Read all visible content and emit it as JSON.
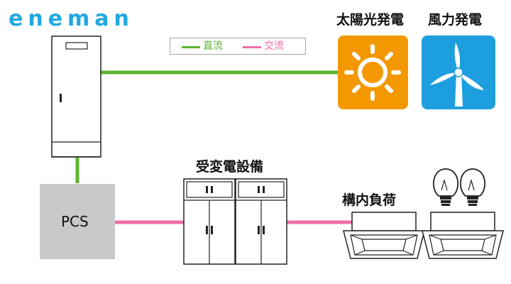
{
  "brand": "eneman",
  "legend": {
    "dc_label": "直流",
    "ac_label": "交流"
  },
  "labels": {
    "solar": "太陽光発電",
    "wind": "風力発電",
    "substation": "受変電設備",
    "load": "構内負荷",
    "pcs": "PCS"
  },
  "colors": {
    "dc": "#5cb531",
    "ac": "#ee6ea6",
    "solar": "#f39800",
    "wind": "#1d9fdf",
    "brand": "#20a8e0",
    "pcs_fill": "#c9c9c9"
  },
  "icons": [
    "battery-cabinet-icon",
    "solar-sun-icon",
    "wind-turbine-icon",
    "substation-cabinet-icon",
    "ceiling-aircon-icon",
    "light-bulb-icon"
  ]
}
